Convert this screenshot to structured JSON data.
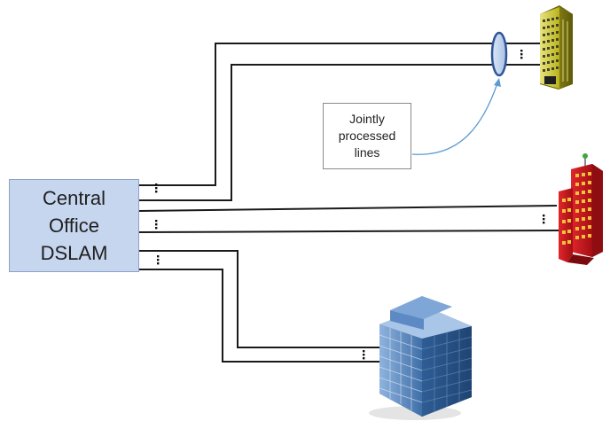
{
  "central_office": {
    "line1": "Central",
    "line2": "Office",
    "line3": "DSLAM"
  },
  "note": {
    "line1": "Jointly",
    "line2": "processed",
    "line3": "lines"
  },
  "colors": {
    "co_fill": "#c6d6ef",
    "co_border": "#8da2c8",
    "wire": "#1a1a1a",
    "arrow": "#5b9bd5",
    "ellipse_fill": "#c8d8f0",
    "ellipse_stroke": "#2f5597",
    "building_yellow": "#d4cf3a",
    "building_red": "#c4141b",
    "building_blue": "#5c89c0"
  },
  "icons": {
    "top_building": "yellow-office-tower-icon",
    "middle_building": "red-office-building-icon",
    "bottom_building": "blue-glass-office-building-icon"
  }
}
